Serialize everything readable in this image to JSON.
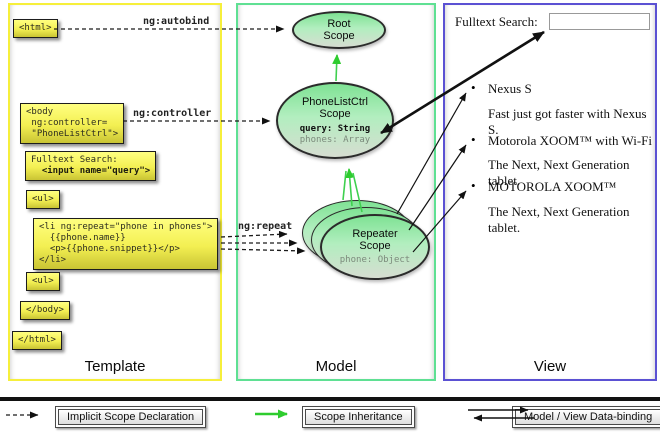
{
  "columns": {
    "template": {
      "title": "Template"
    },
    "model": {
      "title": "Model"
    },
    "view": {
      "title": "View"
    }
  },
  "template": {
    "html_open": "<html>",
    "body_open": "<body\n ng:controller=\n \"PhoneListCtrl\">",
    "fulltext_label": "Fulltext Search:",
    "fulltext_input": "  <input name=\"query\">",
    "ul_open": "<ul>",
    "li_repeat": "<li ng:repeat=\"phone in phones\">\n  {{phone.name}}\n  <p>{{phone.snippet}}</p>\n</li>",
    "ul_close": "<ul>",
    "body_close": "</body>",
    "html_close": "</html>",
    "label_autobind": "ng:autobind",
    "label_controller": "ng:controller",
    "label_repeat": "ng:repeat"
  },
  "model": {
    "root_scope": {
      "title": "Root\nScope"
    },
    "phonelist_scope": {
      "title": "PhoneListCtrl\nScope",
      "prop_query": "query: String",
      "prop_phones": "phones: Array"
    },
    "repeater_scope": {
      "title": "Repeater\nScope",
      "prop_phone": "phone: Object"
    }
  },
  "view": {
    "search_label": "Fulltext Search:",
    "search_value": "",
    "bullet_glyph": "•",
    "items": [
      {
        "title": "Nexus S",
        "desc": "Fast just got faster with Nexus S."
      },
      {
        "title": "Motorola XOOM™ with Wi-Fi",
        "desc": "The Next, Next Generation tablet."
      },
      {
        "title": "MOTOROLA XOOM™",
        "desc": "The Next, Next Generation tablet."
      }
    ]
  },
  "legend": {
    "implicit": "Implicit Scope Declaration",
    "inheritance": "Scope Inheritance",
    "binding": "Model / View Data-binding"
  },
  "colors": {
    "template_border": "#f6ef3b",
    "model_border": "#5fe093",
    "view_border": "#5b51d3",
    "arrow_green": "#35d245",
    "box_yellow": "#f3ef52"
  }
}
